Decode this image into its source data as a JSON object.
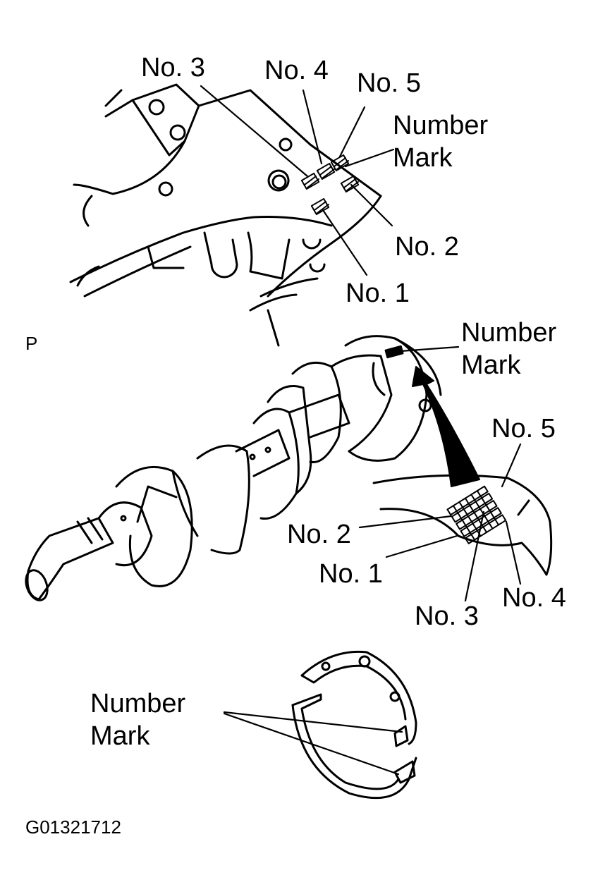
{
  "figure_id": "G01321712",
  "panel_letter": "P",
  "labels": {
    "block_no3": "No. 3",
    "block_no4": "No. 4",
    "block_no5": "No. 5",
    "block_mark_line1": "Number",
    "block_mark_line2": "Mark",
    "block_no2": "No. 2",
    "block_no1": "No. 1",
    "crank_mark_line1": "Number",
    "crank_mark_line2": "Mark",
    "crank_no5": "No. 5",
    "crank_no2": "No. 2",
    "crank_no1": "No. 1",
    "crank_no3": "No. 3",
    "crank_no4": "No. 4",
    "bearing_mark_line1": "Number",
    "bearing_mark_line2": "Mark"
  },
  "colors": {
    "ink": "#000000",
    "paper": "#ffffff"
  }
}
